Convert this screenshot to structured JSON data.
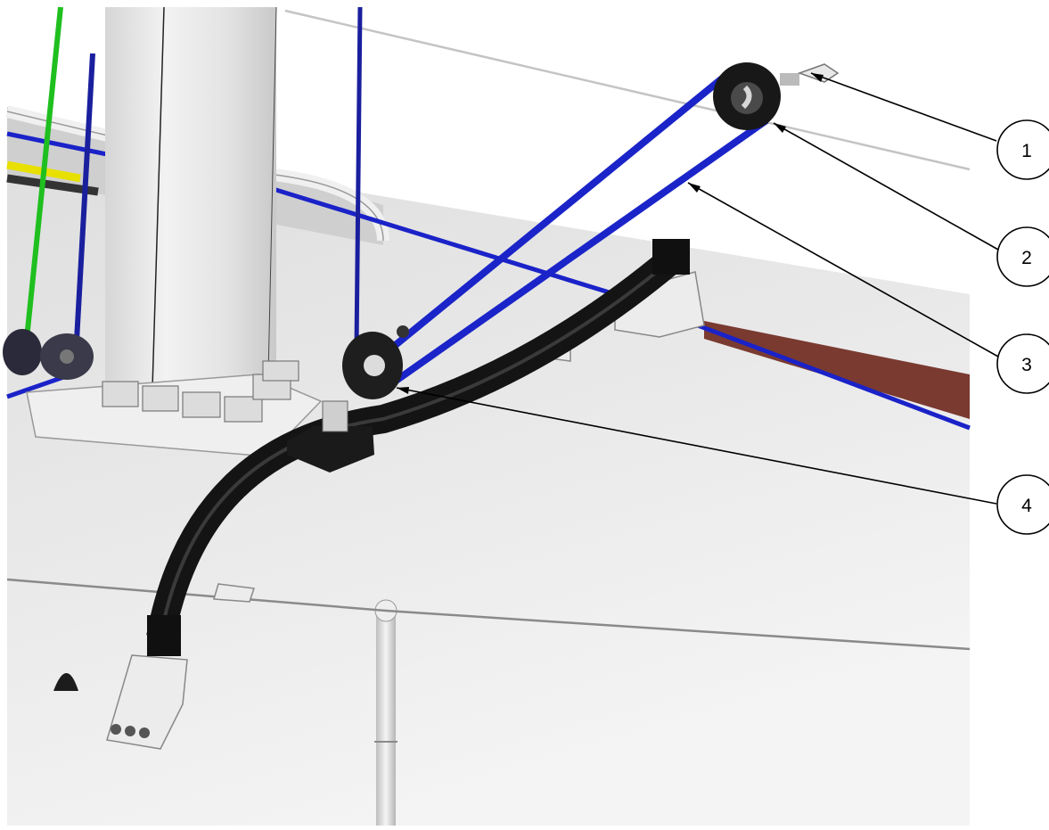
{
  "diagram": {
    "callouts": [
      {
        "number": "1"
      },
      {
        "number": "2"
      },
      {
        "number": "3"
      },
      {
        "number": "4"
      }
    ]
  }
}
